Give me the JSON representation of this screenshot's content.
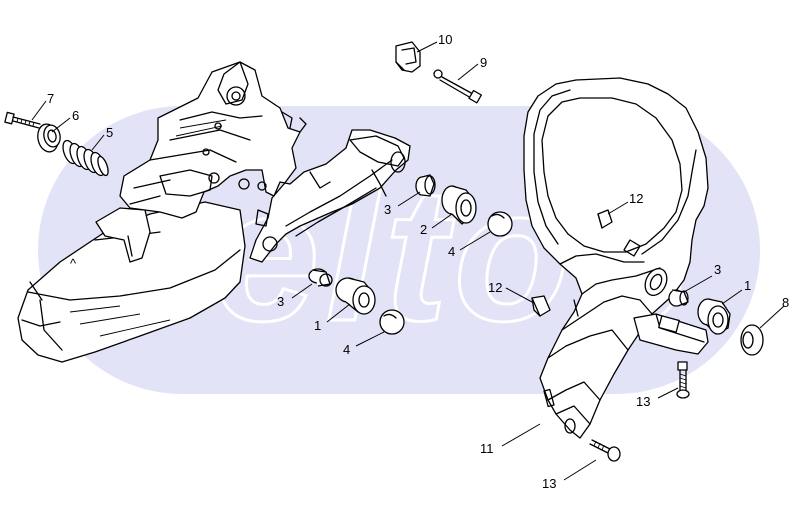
{
  "watermark": {
    "text": "seltop",
    "color": "#dcdcf5"
  },
  "callouts": [
    {
      "id": "c10",
      "label": "10",
      "part": "clip"
    },
    {
      "id": "c9",
      "label": "9",
      "part": "pin"
    },
    {
      "id": "c7",
      "label": "7",
      "part": "screw"
    },
    {
      "id": "c6",
      "label": "6",
      "part": "washer"
    },
    {
      "id": "c5",
      "label": "5",
      "part": "spring"
    },
    {
      "id": "c3a",
      "label": "3",
      "part": "sleeve"
    },
    {
      "id": "c2",
      "label": "2",
      "part": "annular-buffer"
    },
    {
      "id": "c4a",
      "label": "4",
      "part": "plug"
    },
    {
      "id": "c3b",
      "label": "3",
      "part": "sleeve"
    },
    {
      "id": "c1a",
      "label": "1",
      "part": "annular-buffer"
    },
    {
      "id": "c4b",
      "label": "4",
      "part": "plug"
    },
    {
      "id": "c12a",
      "label": "12",
      "part": "stop"
    },
    {
      "id": "c12b",
      "label": "12",
      "part": "stop"
    },
    {
      "id": "c3c",
      "label": "3",
      "part": "sleeve"
    },
    {
      "id": "c1b",
      "label": "1",
      "part": "annular-buffer"
    },
    {
      "id": "c8",
      "label": "8",
      "part": "washer"
    },
    {
      "id": "c13a",
      "label": "13",
      "part": "screw"
    },
    {
      "id": "c11",
      "label": "11",
      "part": "handlebar"
    },
    {
      "id": "c13b",
      "label": "13",
      "part": "screw"
    }
  ]
}
